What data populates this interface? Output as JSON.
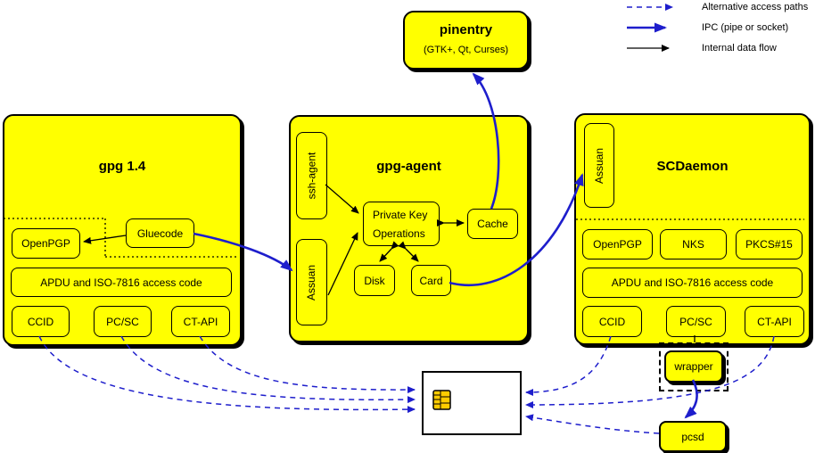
{
  "colors": {
    "box_fill": "#ffff00",
    "line_blue": "#1e1ecc",
    "line_black": "#000000",
    "card_fill": "#ffffff"
  },
  "legend": {
    "items": [
      {
        "label": "Alternative access paths",
        "style": "dashed-blue-arrow"
      },
      {
        "label": "IPC (pipe or socket)",
        "style": "thick-blue-arrow"
      },
      {
        "label": "Internal data flow",
        "style": "thin-black-arrow"
      }
    ]
  },
  "pinentry": {
    "title": "pinentry",
    "subtitle": "(GTK+, Qt, Curses)"
  },
  "gpg14": {
    "title": "gpg 1.4",
    "openpgp": "OpenPGP",
    "gluecode": "Gluecode",
    "apdu": "APDU and ISO-7816 access code",
    "ccid": "CCID",
    "pcsc": "PC/SC",
    "ctapi": "CT-API"
  },
  "gpg_agent": {
    "title": "gpg-agent",
    "ssh_agent": "ssh-agent",
    "assuan": "Assuan",
    "pko_line1": "Private Key",
    "pko_line2": "Operations",
    "cache": "Cache",
    "disk": "Disk",
    "card": "Card"
  },
  "scdaemon": {
    "title": "SCDaemon",
    "assuan": "Assuan",
    "openpgp": "OpenPGP",
    "nks": "NKS",
    "pkcs15": "PKCS#15",
    "apdu": "APDU and ISO-7816 access code",
    "ccid": "CCID",
    "pcsc": "PC/SC",
    "ctapi": "CT-API"
  },
  "bottom": {
    "wrapper": "wrapper",
    "pcsd": "pcsd"
  }
}
